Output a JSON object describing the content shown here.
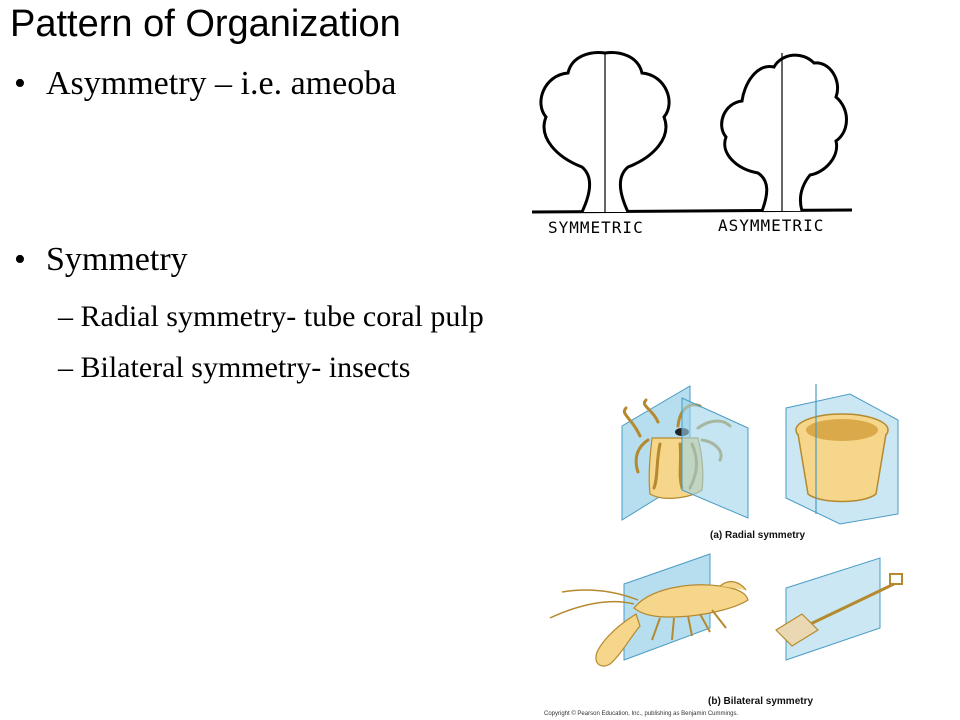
{
  "slide": {
    "title": "Pattern of Organization",
    "bullets": [
      {
        "bullet_char": "•",
        "text": "Asymmetry – i.e. ameoba"
      },
      {
        "bullet_char": "•",
        "text": "Symmetry"
      }
    ],
    "sub_bullets": [
      {
        "dash": "–",
        "text": "Radial symmetry- tube coral pulp"
      },
      {
        "dash": "–",
        "text": "Bilateral symmetry- insects"
      }
    ]
  },
  "tree_figure": {
    "label_symmetric": "SYMMETRIC",
    "label_asymmetric": "ASYMMETRIC"
  },
  "body_plan_figure": {
    "caption_radial": "(a) Radial symmetry",
    "caption_bilateral": "(b) Bilateral symmetry",
    "copyright": "Copyright © Pearson Education, Inc., publishing as Benjamin Cummings."
  },
  "colors": {
    "plane": "#9fd3ea",
    "plane_edge": "#4a9cc4",
    "animal_fill": "#f6d68a",
    "animal_stroke": "#b58a2e"
  }
}
